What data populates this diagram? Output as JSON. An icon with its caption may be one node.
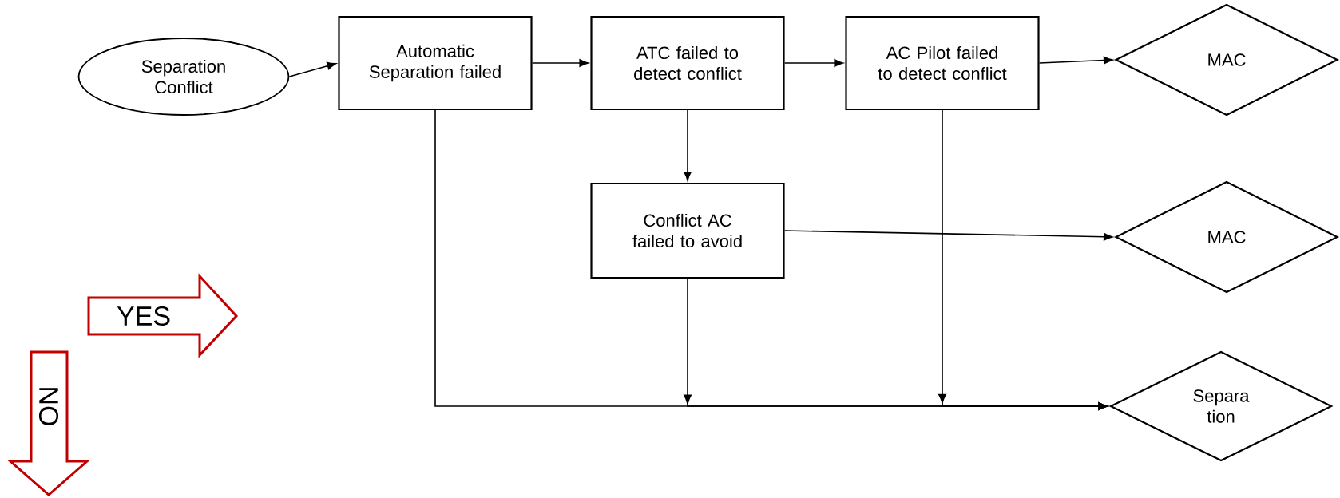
{
  "diagram": {
    "nodes": [
      {
        "text": [
          "Separation Conflict"
        ]
      },
      {
        "text": [
          "Automatic Separation failed"
        ]
      },
      {
        "text": [
          "ATC failed to detect conflict"
        ]
      },
      {
        "text": [
          "AC Pilot failed to detect conflict"
        ]
      },
      {
        "text": [
          "MAC"
        ]
      },
      {
        "text": [
          "Conflict AC failed to avoid"
        ]
      },
      {
        "text": [
          "MAC"
        ]
      },
      {
        "text": [
          "Separa tion"
        ]
      },
      {
        "text": [
          "YES"
        ]
      },
      {
        "text": [
          "NO"
        ]
      }
    ],
    "edges": [
      {
        "from": 0,
        "to": 1,
        "arrow": "to"
      },
      {
        "from": 1,
        "to": 2,
        "arrow": "to"
      },
      {
        "from": 2,
        "to": 3,
        "arrow": "to"
      },
      {
        "from": 3,
        "to": 4,
        "arrow": "to"
      },
      {
        "from": 2,
        "to": 5,
        "arrow": "to"
      },
      {
        "from": 5,
        "to": 6,
        "arrow": "to"
      },
      {
        "from": 1,
        "to": 7,
        "arrow": "to"
      },
      {
        "from": 5,
        "to": 7,
        "arrow": "to"
      },
      {
        "from": 3,
        "to": 7,
        "arrow": "to"
      }
    ]
  }
}
